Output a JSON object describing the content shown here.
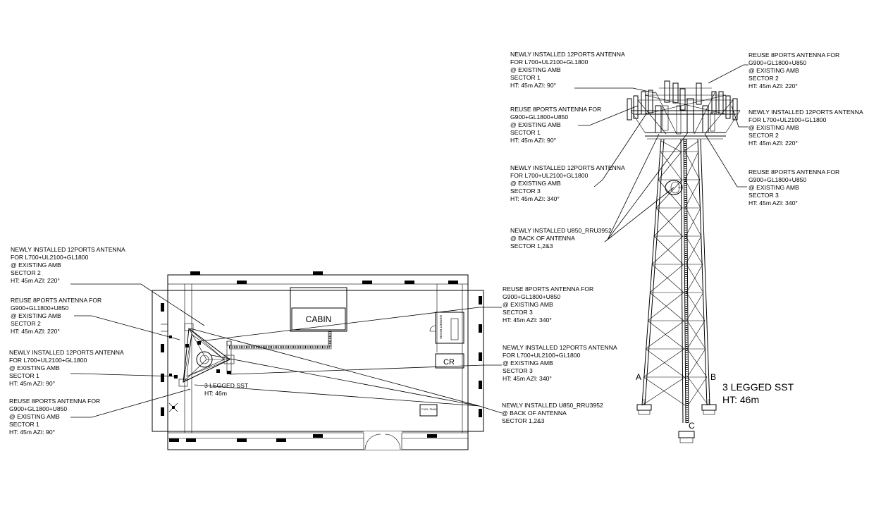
{
  "plan": {
    "cabin_label": "CABIN",
    "cr_label": "CR",
    "genset_room_label": "GENSET ROOM",
    "fuel_tank_label": "FUEL TANK",
    "tower_label": "3 LEGGED SST",
    "tower_height": "HT: 46m",
    "callouts": [
      {
        "lines": [
          "NEWLY INSTALLED  12PORTS ANTENNA",
          "FOR L700+UL2100+GL1800",
          "@ EXISTING AMB",
          "SECTOR 2",
          "HT: 45m        AZI: 220°"
        ]
      },
      {
        "lines": [
          "REUSE  8PORTS ANTENNA FOR",
          "G900+GL1800+U850",
          "@ EXISTING AMB",
          "SECTOR 2",
          "HT: 45m        AZI: 220°"
        ]
      },
      {
        "lines": [
          "NEWLY INSTALLED  12PORTS ANTENNA",
          "FOR L700+UL2100+GL1800",
          "@ EXISTING AMB",
          "SECTOR 1",
          "HT: 45m        AZI: 90°"
        ]
      },
      {
        "lines": [
          "REUSE  8PORTS ANTENNA FOR",
          "G900+GL1800+U850",
          "@ EXISTING AMB",
          "SECTOR 1",
          "HT: 45m        AZI: 90°"
        ]
      },
      {
        "lines": [
          "REUSE  8PORTS ANTENNA FOR",
          "G900+GL1800+U850",
          "@ EXISTING AMB",
          "SECTOR 3",
          "HT: 45m        AZI: 340°"
        ]
      },
      {
        "lines": [
          "NEWLY INSTALLED  12PORTS ANTENNA",
          "FOR L700+UL2100+GL1800",
          "@ EXISTING AMB",
          "SECTOR 3",
          "HT: 45m        AZI: 340°"
        ]
      },
      {
        "lines": [
          "NEWLY INSTALLED  U850_RRU3952",
          "@ BACK OF ANTENNA",
          "SECTOR 1,2&3"
        ]
      }
    ]
  },
  "elevation": {
    "tower_label": "3 LEGGED SST",
    "tower_height": "HT: 46m",
    "leg_a": "A",
    "leg_b": "B",
    "leg_c": "C",
    "callouts": [
      {
        "lines": [
          "NEWLY INSTALLED  12PORTS ANTENNA",
          "FOR L700+UL2100+GL1800",
          "@ EXISTING AMB",
          "SECTOR 1",
          "HT: 45m        AZI: 90°"
        ]
      },
      {
        "lines": [
          "REUSE  8PORTS ANTENNA FOR",
          "G900+GL1800+U850",
          "@ EXISTING AMB",
          "SECTOR 1",
          "HT: 45m        AZI: 90°"
        ]
      },
      {
        "lines": [
          "NEWLY INSTALLED  12PORTS ANTENNA",
          "FOR L700+UL2100+GL1800",
          "@ EXISTING AMB",
          "SECTOR 3",
          "HT: 45m        AZI: 340°"
        ]
      },
      {
        "lines": [
          "NEWLY INSTALLED  U850_RRU3952",
          "@ BACK OF ANTENNA",
          "SECTOR 1,2&3"
        ]
      },
      {
        "lines": [
          "REUSE  8PORTS ANTENNA FOR",
          "G900+GL1800+U850",
          "@ EXISTING AMB",
          "SECTOR 2",
          "HT: 45m        AZI: 220°"
        ]
      },
      {
        "lines": [
          "NEWLY INSTALLED  12PORTS ANTENNA",
          "FOR L700+UL2100+GL1800",
          "@ EXISTING AMB",
          "SECTOR 2",
          "HT: 45m        AZI: 220°"
        ]
      },
      {
        "lines": [
          "REUSE  8PORTS ANTENNA FOR",
          "G900+GL1800+U850",
          "@ EXISTING AMB",
          "SECTOR 3",
          "HT: 45m        AZI: 340°"
        ]
      }
    ]
  }
}
